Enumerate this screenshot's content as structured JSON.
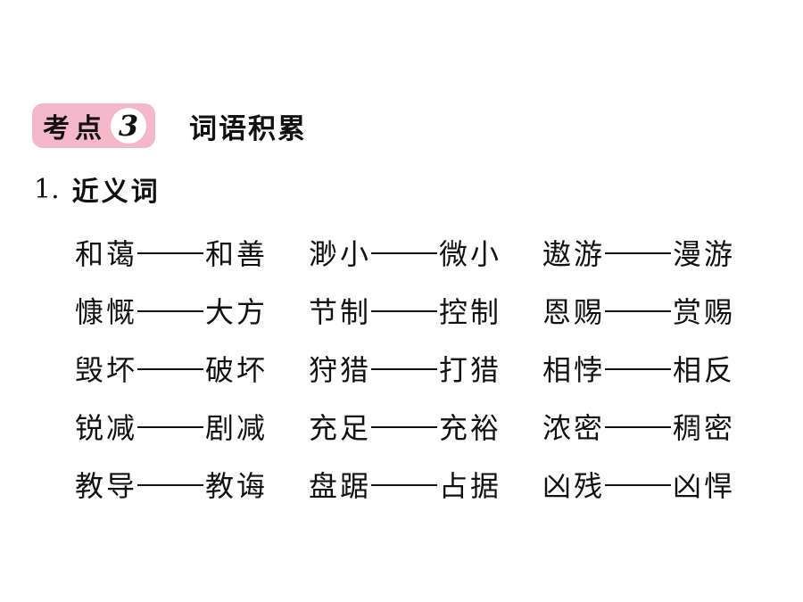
{
  "header": {
    "badge_label": "考点",
    "badge_number": "3",
    "title": "词语积累"
  },
  "section": {
    "number": "1.",
    "title": "近义词"
  },
  "rows": [
    [
      {
        "a": "和蔼",
        "b": "和善"
      },
      {
        "a": "渺小",
        "b": "微小"
      },
      {
        "a": "遨游",
        "b": "漫游"
      }
    ],
    [
      {
        "a": "慷慨",
        "b": "大方"
      },
      {
        "a": "节制",
        "b": "控制"
      },
      {
        "a": "恩赐",
        "b": "赏赐"
      }
    ],
    [
      {
        "a": "毁坏",
        "b": "破坏"
      },
      {
        "a": "狩猎",
        "b": "打猎"
      },
      {
        "a": "相悖",
        "b": "相反"
      }
    ],
    [
      {
        "a": "锐减",
        "b": "剧减"
      },
      {
        "a": "充足",
        "b": "充裕"
      },
      {
        "a": "浓密",
        "b": "稠密"
      }
    ],
    [
      {
        "a": "教导",
        "b": "教诲"
      },
      {
        "a": "盘踞",
        "b": "占据"
      },
      {
        "a": "凶残",
        "b": "凶悍"
      }
    ]
  ],
  "colors": {
    "badge_bg": "#f5b8cb",
    "text": "#111111"
  }
}
